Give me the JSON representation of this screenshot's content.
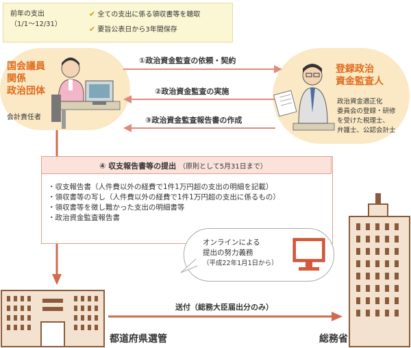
{
  "info": {
    "label_line1": "前年の支出",
    "label_line2": "（1/1〜12/31）",
    "items": [
      "全ての支出に係る領収書等を聴取",
      "要旨公表日から3年間保存"
    ]
  },
  "left_party": {
    "title_line1": "国会議員",
    "title_line2": "関係",
    "title_line3": "政治団体",
    "role": "会計責任者"
  },
  "right_party": {
    "title_line1": "登録政治",
    "title_line2": "資金監査人",
    "desc_line1": "政治資金適正化",
    "desc_line2": "委員会の登録・研修",
    "desc_line3": "を受けた税理士、",
    "desc_line4": "弁護士、公認会計士"
  },
  "arrows": {
    "a1": "①政治資金監査の依頼・契約",
    "a2": "②政治資金監査の実施",
    "a3": "③政治資金監査報告書の作成"
  },
  "submission": {
    "title": "④ 収支報告書等の提出",
    "note": "（原則として5月31日まで）",
    "items": [
      "・収支報告書（人件費以外の経費で1件1万円超の支出の明細を記載）",
      "・領収書等の写し（人件費以外の経費で1件1万円超の支出に係るもの）",
      "・領収書等を徴し難かった支出の明細書等",
      "・政治資金監査報告書"
    ]
  },
  "online": {
    "line1": "オンラインによる",
    "line2": "提出の努力義務",
    "line3": "（平成22年1月1日から）"
  },
  "send": {
    "label": "送付（総務大臣届出分のみ）"
  },
  "buildings": {
    "prefecture": "都道府県選管",
    "ministry": "総務省"
  }
}
